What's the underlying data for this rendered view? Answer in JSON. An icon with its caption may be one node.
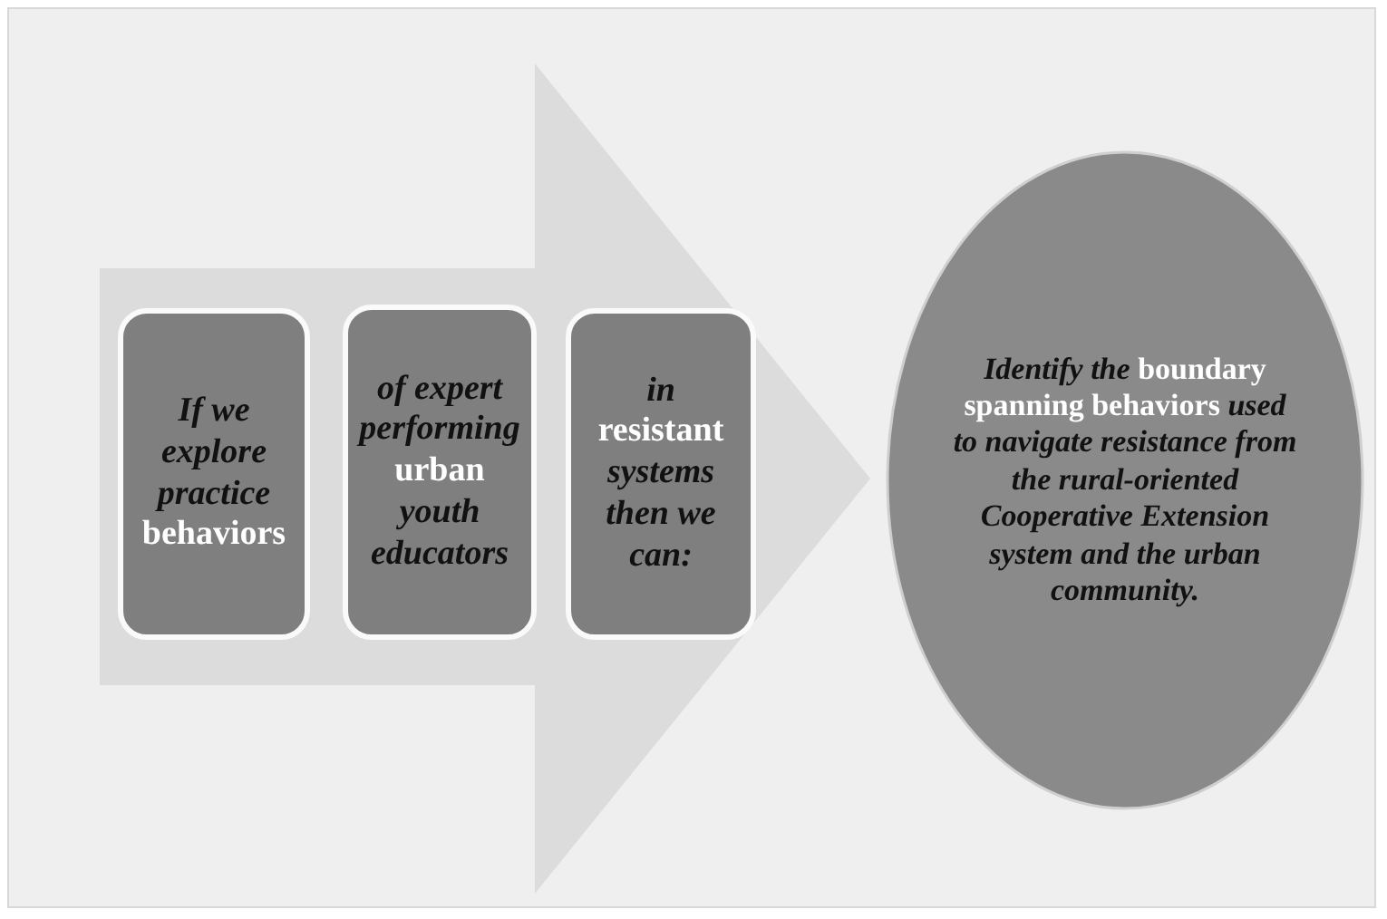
{
  "diagram": {
    "nodes": [
      {
        "text": [],
        "shape": "arrow"
      },
      {
        "text": [
          "If we explore practice **behaviors**"
        ],
        "in": 0
      },
      {
        "text": [
          "of expert performing **urban** youth educators"
        ],
        "in": 0
      },
      {
        "text": [
          "in **resistant** systems then we can:"
        ],
        "in": 0
      },
      {
        "text": [
          "Identify the **boundary spanning behaviors** used to navigate resistance from the rural-oriented Cooperative Extension system and the urban community."
        ]
      }
    ]
  }
}
